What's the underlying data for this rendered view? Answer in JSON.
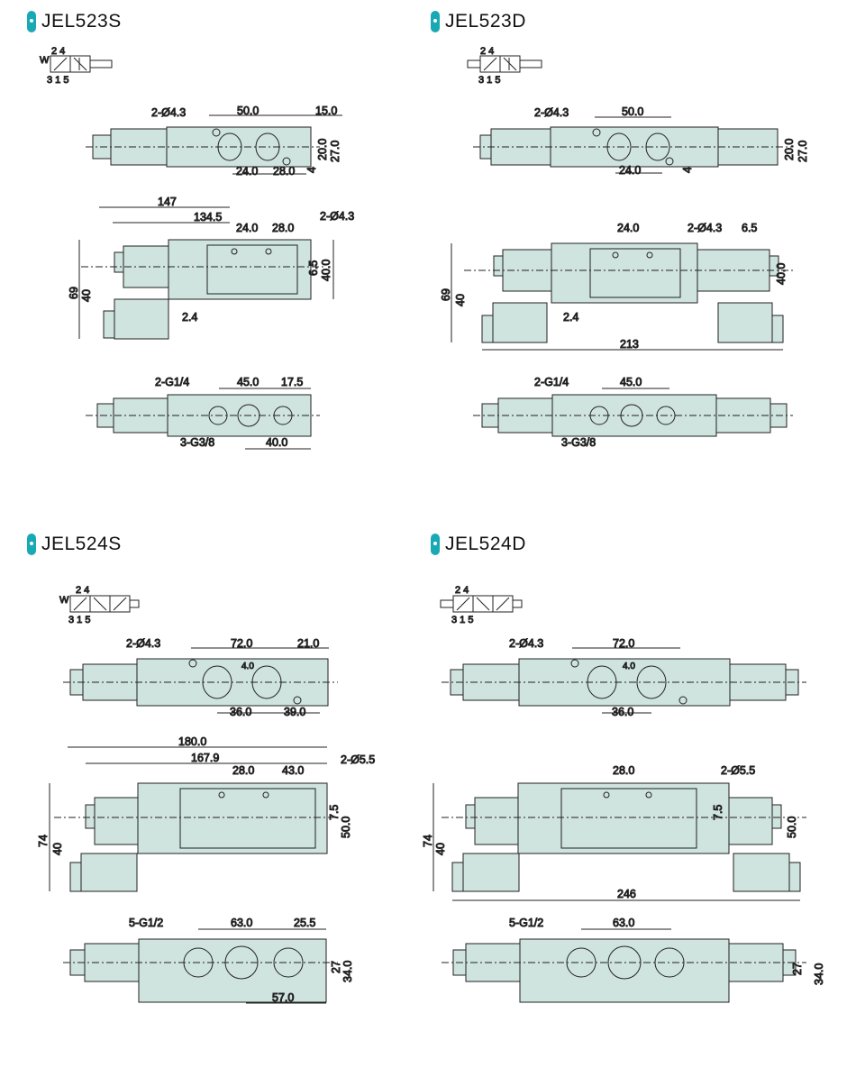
{
  "colors": {
    "body": "#cfe3df",
    "stroke": "#222222",
    "accent": "#19a9b5"
  },
  "panels": [
    {
      "title": "JEL523S",
      "symbol": {
        "top": "2 4",
        "bottom": "3 1 5",
        "side": "W"
      },
      "top_view": {
        "hole": "2-Ø4.3",
        "w1": "50.0",
        "w2": "15.0",
        "w3": "24.0",
        "w4": "28.0",
        "h1": "20.0",
        "h2": "27.0",
        "h3": "4"
      },
      "front_view": {
        "len1": "147",
        "len2": "134.5",
        "p1": "24.0",
        "p2": "28.0",
        "hole": "2-Ø4.3",
        "v1": "6.5",
        "v2": "40.0",
        "h1": "69",
        "h2": "40",
        "b1": "2.4"
      },
      "bottom_view": {
        "port1": "2-G1/4",
        "port2": "3-G3/8",
        "w1": "45.0",
        "w2": "17.5",
        "w3": "40.0"
      }
    },
    {
      "title": "JEL523D",
      "symbol": {
        "top": "2 4",
        "bottom": "3 1 5"
      },
      "top_view": {
        "hole": "2-Ø4.3",
        "w1": "50.0",
        "w3": "24.0",
        "h1": "20.0",
        "h2": "27.0",
        "h3": "4"
      },
      "front_view": {
        "p1": "24.0",
        "hole": "2-Ø4.3",
        "v1": "6.5",
        "v2": "40.0",
        "h1": "69",
        "h2": "40",
        "b1": "2.4",
        "total": "213"
      },
      "bottom_view": {
        "port1": "2-G1/4",
        "port2": "3-G3/8",
        "w1": "45.0"
      }
    },
    {
      "title": "JEL524S",
      "symbol": {
        "top": "2 4",
        "bottom": "3 1 5",
        "side": "W"
      },
      "top_view": {
        "hole": "2-Ø4.3",
        "w1": "72.0",
        "w2": "21.0",
        "w3": "36.0",
        "w4": "39.0",
        "inner": "4.0"
      },
      "front_view": {
        "len1": "180.0",
        "len2": "167.9",
        "p1": "28.0",
        "p2": "43.0",
        "hole": "2-Ø5.5",
        "v1": "7.5",
        "v2": "50.0",
        "h1": "74",
        "h2": "40"
      },
      "bottom_view": {
        "port1": "5-G1/2",
        "w1": "63.0",
        "w2": "25.5",
        "w3": "57.0",
        "h1": "27",
        "h2": "34.0"
      }
    },
    {
      "title": "JEL524D",
      "symbol": {
        "top": "2 4",
        "bottom": "3 1 5"
      },
      "top_view": {
        "hole": "2-Ø4.3",
        "w1": "72.0",
        "w3": "36.0",
        "inner": "4.0"
      },
      "front_view": {
        "p1": "28.0",
        "hole": "2-Ø5.5",
        "v1": "7.5",
        "v2": "50.0",
        "h1": "74",
        "h2": "40",
        "total": "246"
      },
      "bottom_view": {
        "port1": "5-G1/2",
        "w1": "63.0",
        "h1": "27",
        "h2": "34.0"
      }
    }
  ]
}
